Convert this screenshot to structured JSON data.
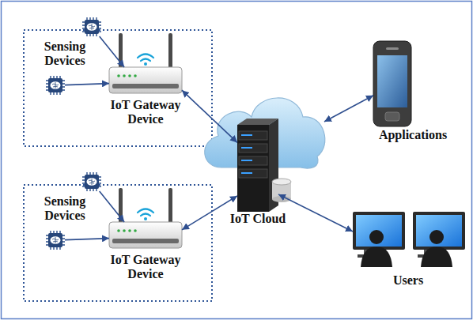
{
  "diagram": {
    "nodes": [
      {
        "text": [
          "Sensing Devices"
        ]
      },
      {
        "text": [
          "IoT Gateway Device"
        ]
      },
      {
        "text": [
          "Sensing Devices"
        ]
      },
      {
        "text": [
          "IoT Gateway Device"
        ]
      },
      {
        "text": [
          "IoT Cloud"
        ]
      },
      {
        "text": [
          "Applications"
        ]
      },
      {
        "text": [
          "Users"
        ]
      }
    ],
    "edges": [
      {
        "from": 0,
        "to": 1,
        "arrow": "to"
      },
      {
        "from": 2,
        "to": 3,
        "arrow": "to"
      },
      {
        "from": 1,
        "to": 4,
        "arrow": "both"
      },
      {
        "from": 3,
        "to": 4,
        "arrow": "both"
      },
      {
        "from": 4,
        "to": 5,
        "arrow": "both"
      },
      {
        "from": 4,
        "to": 6,
        "arrow": "both"
      }
    ]
  }
}
